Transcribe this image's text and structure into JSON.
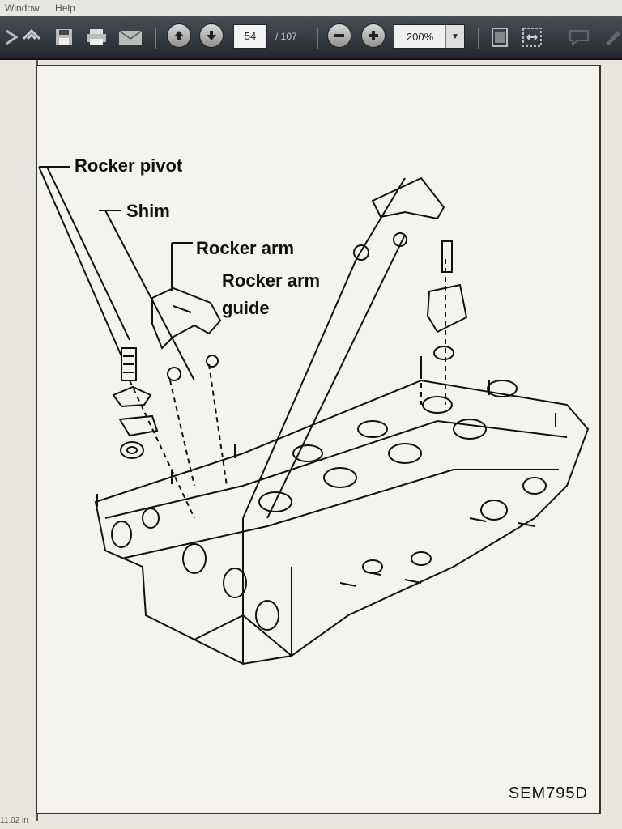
{
  "menu": {
    "items": [
      "Window",
      "Help"
    ]
  },
  "toolbar": {
    "page_current": "54",
    "page_total": "/ 107",
    "zoom": "200%"
  },
  "document": {
    "labels": {
      "rocker_pivot": "Rocker pivot",
      "shim": "Shim",
      "rocker_arm": "Rocker arm",
      "rocker_arm_guide_line1": "Rocker arm",
      "rocker_arm_guide_line2": "guide"
    },
    "figure_code": "SEM795D"
  },
  "status": {
    "page_size": "11.02 in"
  }
}
